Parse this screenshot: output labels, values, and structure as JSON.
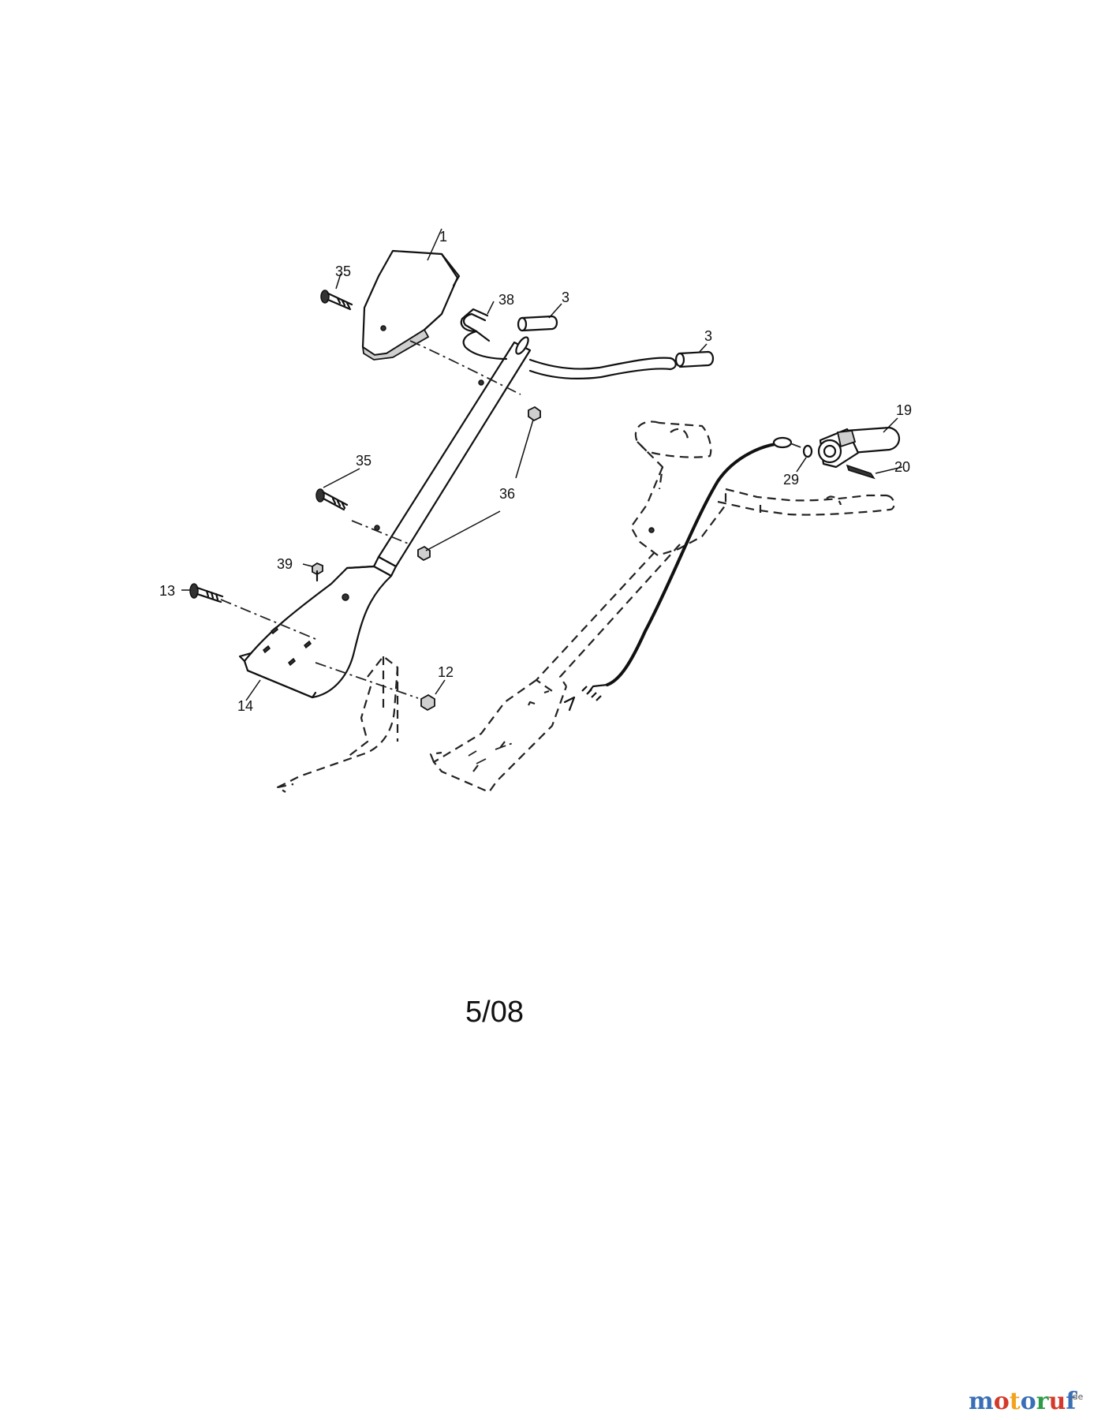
{
  "diagram": {
    "callouts": [
      "1",
      "35",
      "38",
      "3",
      "3",
      "19",
      "29",
      "20",
      "35",
      "36",
      "39",
      "13",
      "12",
      "14"
    ],
    "date_code": "5/08"
  },
  "watermark": {
    "logo": "motoruf",
    "logo_suffix": ".de",
    "colors": [
      "#3a6fb7",
      "#d33a2c",
      "#f2a31b",
      "#3a6fb7",
      "#2e9b47",
      "#d33a2c",
      "#3a6fb7"
    ]
  }
}
